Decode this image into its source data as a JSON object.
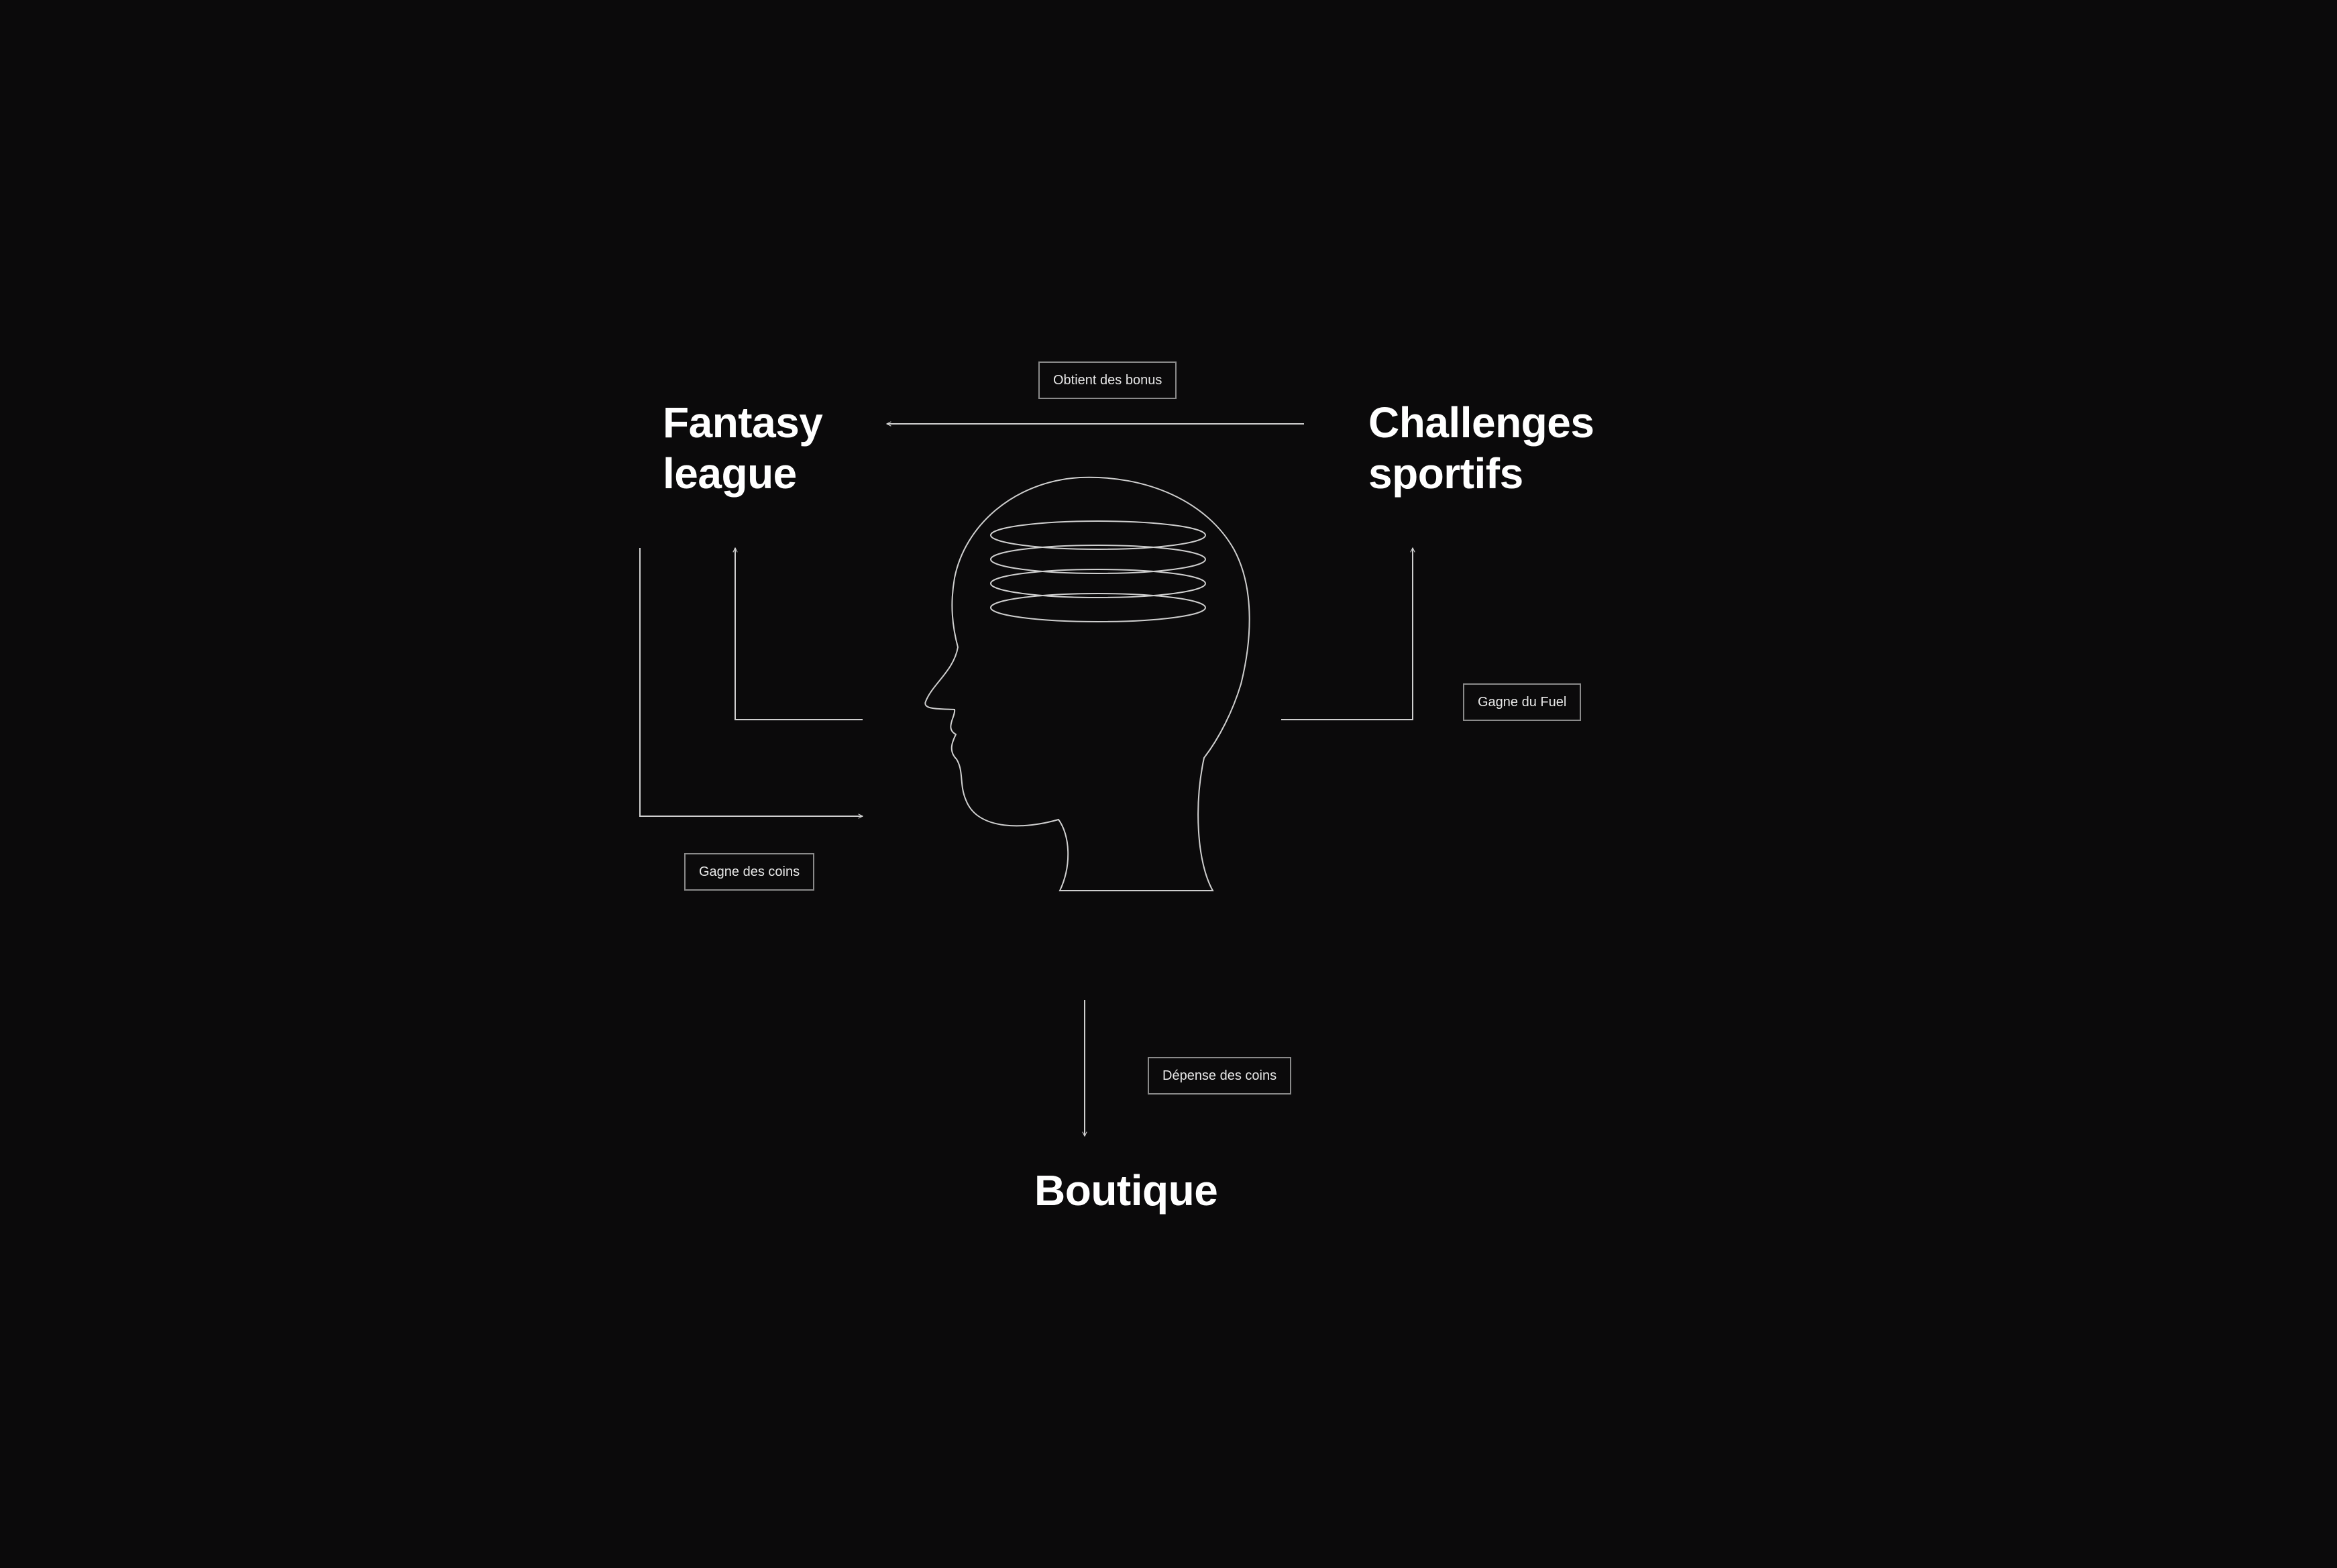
{
  "nodes": {
    "fantasy": {
      "line1": "Fantasy",
      "line2": "league"
    },
    "challenges": {
      "line1": "Challenges",
      "line2": "sportifs"
    },
    "boutique": {
      "label": "Boutique"
    }
  },
  "edges": {
    "bonus": {
      "label": "Obtient des bonus"
    },
    "fuel": {
      "label": "Gagne du Fuel"
    },
    "coins_earn": {
      "label": "Gagne des coins"
    },
    "coins_spend": {
      "label": "Dépense des coins"
    }
  },
  "colors": {
    "background": "#0b0a0b",
    "text": "#ffffff",
    "line": "#cfcfcf",
    "label_border": "#8a8a8a"
  },
  "icons": {
    "center": "head-profile-icon"
  }
}
